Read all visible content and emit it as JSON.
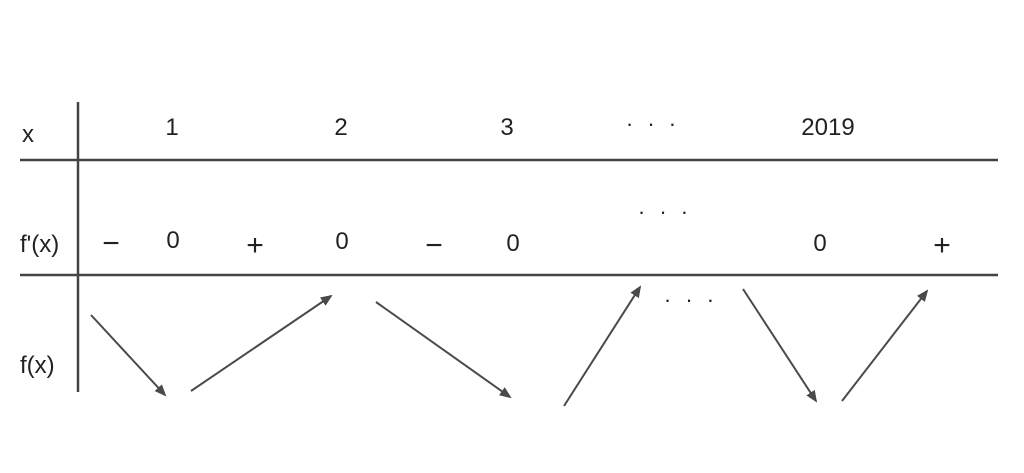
{
  "rows": {
    "x_label": "x",
    "fprime_label": "f'(x)",
    "f_label": "f(x)"
  },
  "x_values": {
    "v1": "1",
    "v2": "2",
    "v3": "3",
    "ellipsis": "· · ·",
    "v2019": "2019"
  },
  "fprime_row": {
    "sign1": "−",
    "zero1": "0",
    "sign2": "+",
    "zero2": "0",
    "sign3": "−",
    "zero3": "0",
    "ellipsis": "· · ·",
    "zero4": "0",
    "sign4": "+"
  },
  "f_row": {
    "ellipsis": "· · ·",
    "arrows": [
      "down",
      "up",
      "down",
      "up",
      "down",
      "up"
    ]
  },
  "colors": {
    "line": "#444444",
    "arrow": "#4a4a4a"
  }
}
